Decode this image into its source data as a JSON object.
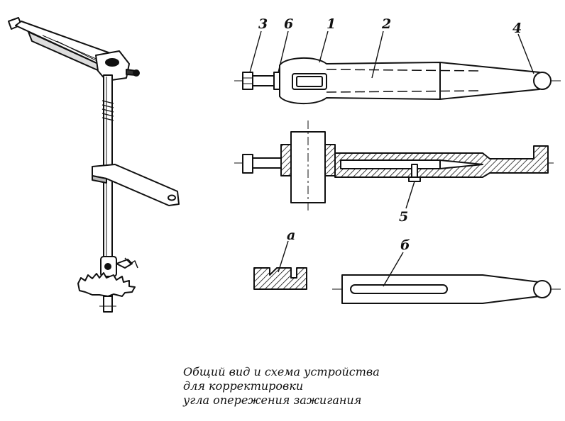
{
  "labels": {
    "n3": "3",
    "n6": "6",
    "n1": "1",
    "n2": "2",
    "n4": "4",
    "n5": "5",
    "a": "а",
    "b": "б"
  },
  "caption": {
    "line1": "Общий вид и схема устройства",
    "line2": "для корректировки",
    "line3": "угла опережения зажигания"
  },
  "colors": {
    "ink": "#111111",
    "paper": "#ffffff"
  }
}
